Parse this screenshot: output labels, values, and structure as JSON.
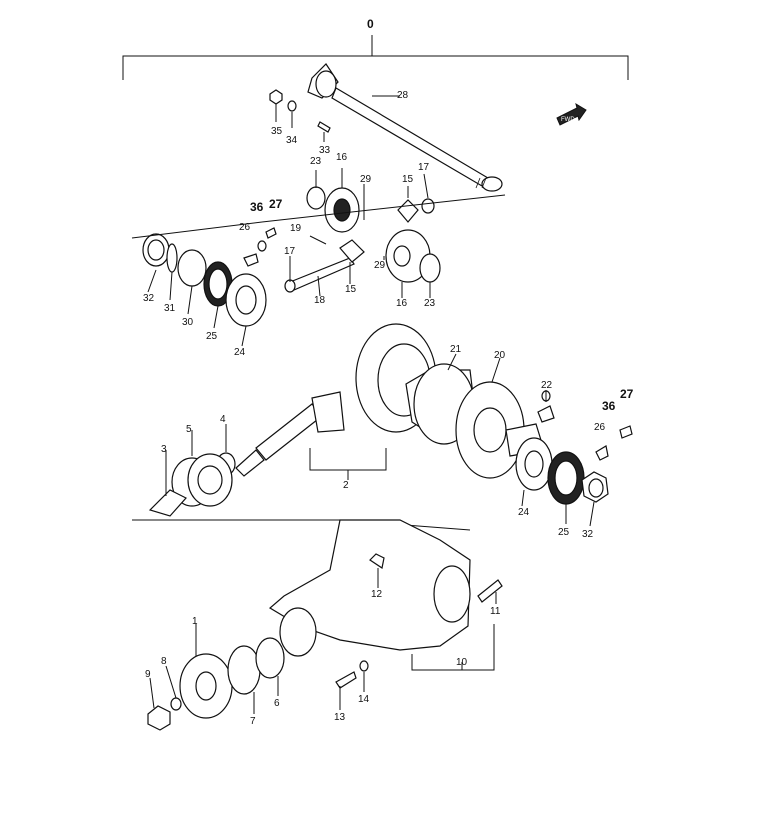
{
  "assembly_label": "0",
  "direction_arrow_label": "FWD",
  "callouts": {
    "n1": "1",
    "n2": "2",
    "n3": "3",
    "n4": "4",
    "n5": "5",
    "n6": "6",
    "n7": "7",
    "n8": "8",
    "n9": "9",
    "n10": "10",
    "n11": "11",
    "n12": "12",
    "n13": "13",
    "n14": "14",
    "n15a": "15",
    "n15b": "15",
    "n16a": "16",
    "n16b": "16",
    "n17a": "17",
    "n17b": "17",
    "n18": "18",
    "n19": "19",
    "n20": "20",
    "n21": "21",
    "n22": "22",
    "n23a": "23",
    "n23b": "23",
    "n24a": "24",
    "n24b": "24",
    "n25a": "25",
    "n25b": "25",
    "n26a": "26",
    "n26b": "26",
    "n27a": "27",
    "n27b": "27",
    "n28": "28",
    "n29a": "29",
    "n29b": "29",
    "n30": "30",
    "n31": "31",
    "n32a": "32",
    "n32b": "32",
    "n33": "33",
    "n34": "34",
    "n35": "35",
    "n36a": "36",
    "n36b": "36"
  }
}
